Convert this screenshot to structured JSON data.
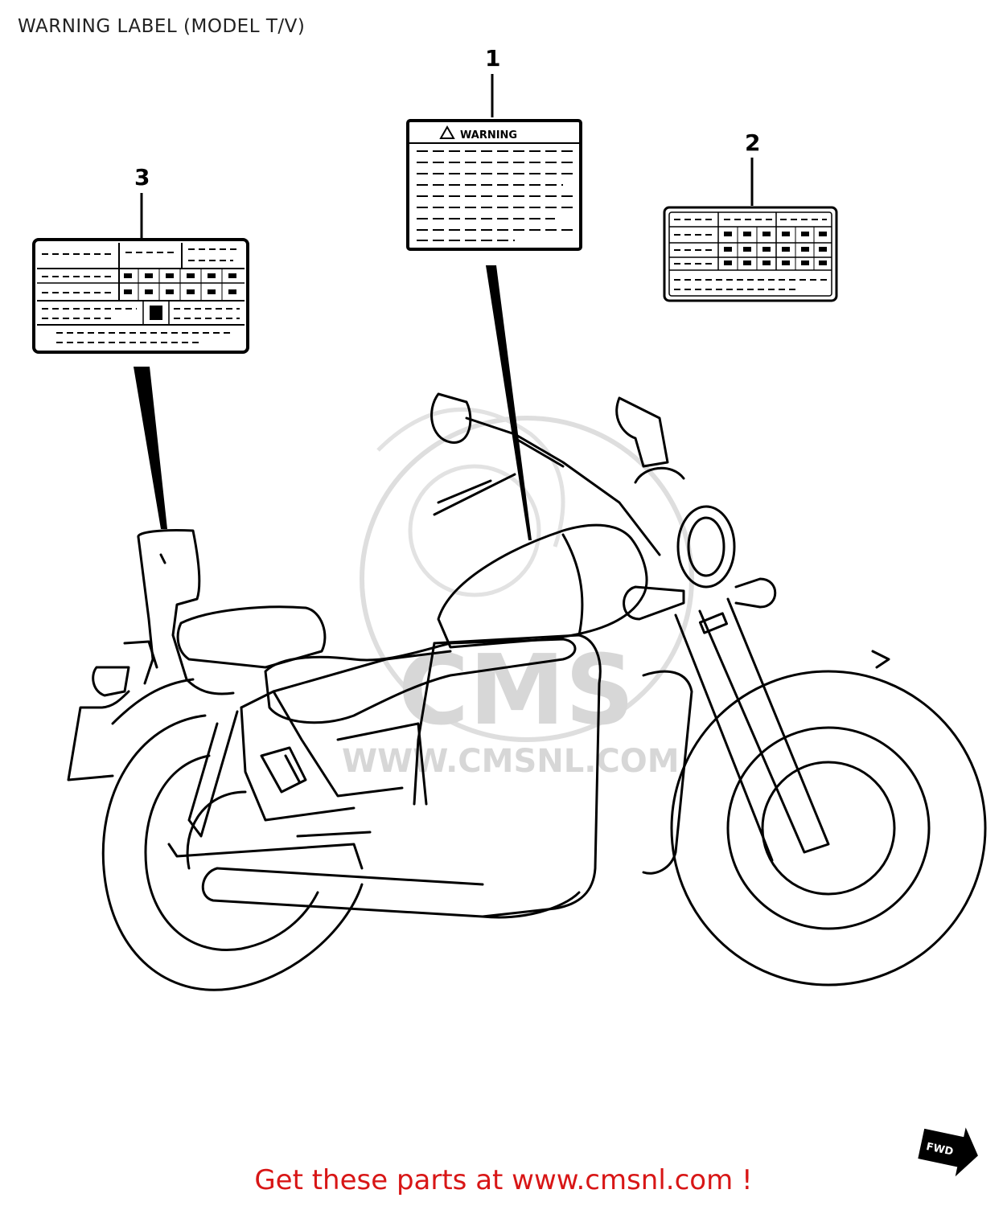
{
  "title": "WARNING LABEL (MODEL T/V)",
  "callouts": {
    "item1": "1",
    "item2": "2",
    "item3": "3"
  },
  "warning_label_heading": "WARNING",
  "watermark": {
    "logo_text": "CMS",
    "url_text": "WWW.CMSNL.COM"
  },
  "direction_marker": "FWD",
  "footer": {
    "text": "Get these parts at www.cmsnl.com !",
    "color": "#d81616"
  },
  "colors": {
    "line": "#000000",
    "watermark": "#d7d7d7",
    "background": "#ffffff"
  }
}
